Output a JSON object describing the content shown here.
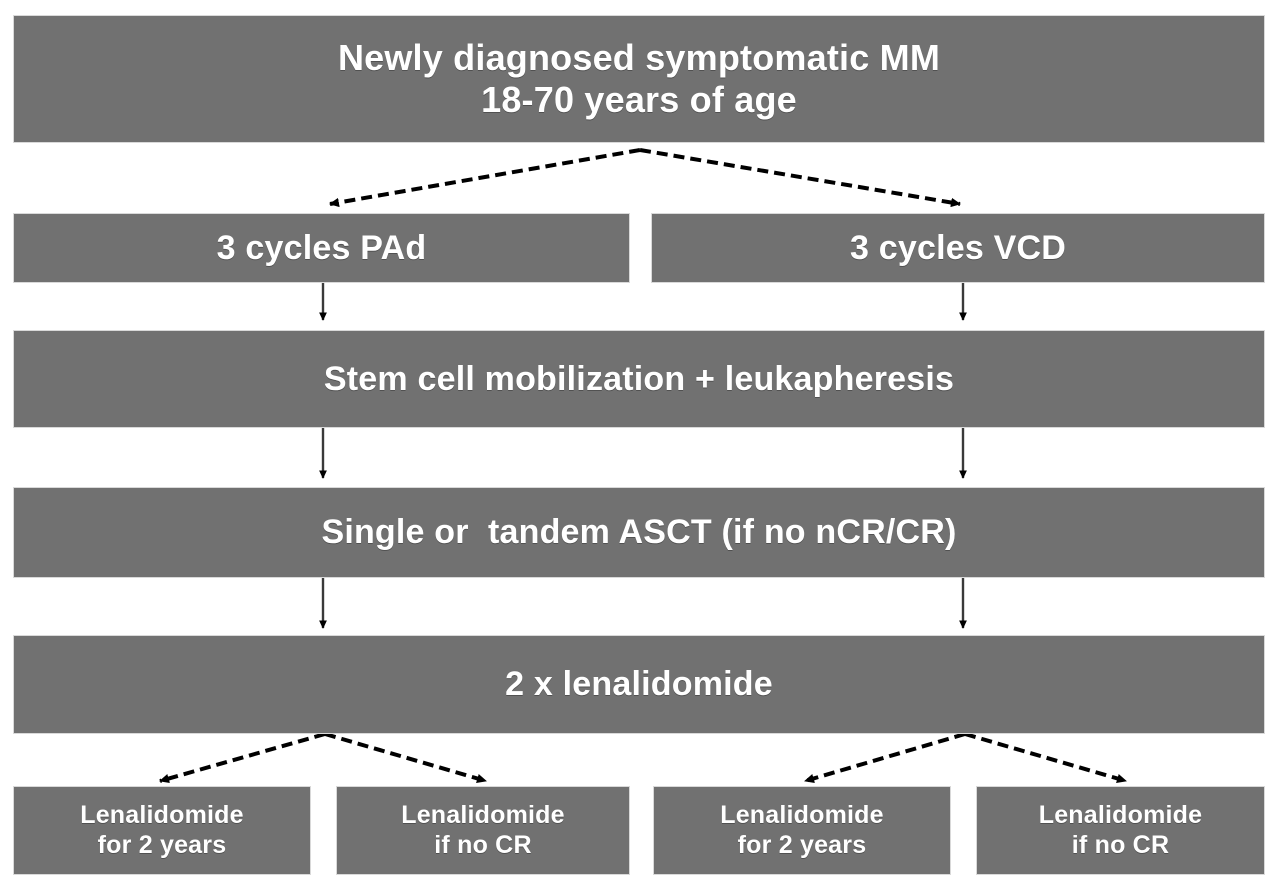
{
  "diagram": {
    "title": "Newly diagnosed symptomatic MM treatment flowchart",
    "colors": {
      "node_fill": "#717171",
      "node_border": "#d9d9d9",
      "node_text": "#ffffff",
      "edge": "#000000",
      "background": "#ffffff"
    },
    "nodes": [
      {
        "id": "diagnosis",
        "line1": "Newly diagnosed symptomatic MM",
        "line2": "18-70 years of age"
      },
      {
        "id": "pad",
        "line1": "3 cycles PAd"
      },
      {
        "id": "vcd",
        "line1": "3 cycles VCD"
      },
      {
        "id": "mobilization",
        "line1": "Stem cell mobilization + leukapheresis"
      },
      {
        "id": "asct",
        "line1": "Single or  tandem ASCT (if no nCR/CR)"
      },
      {
        "id": "lenalidomide2x",
        "line1": "2 x lenalidomide"
      },
      {
        "id": "len-2years-left",
        "line1": "Lenalidomide",
        "line2": "for 2 years"
      },
      {
        "id": "len-nocr-left",
        "line1": "Lenalidomide",
        "line2": "if no CR"
      },
      {
        "id": "len-2years-right",
        "line1": "Lenalidomide",
        "line2": "for 2 years"
      },
      {
        "id": "len-nocr-right",
        "line1": "Lenalidomide",
        "line2": "if no CR"
      }
    ]
  }
}
